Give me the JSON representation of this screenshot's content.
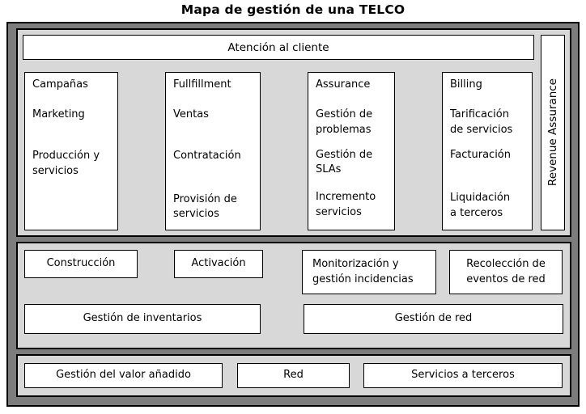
{
  "title": "Mapa de gestión de una TELCO",
  "colors": {
    "frame_background": "#7d7d7d",
    "panel_background": "#d8d8d8",
    "box_background": "#ffffff",
    "border": "#000000",
    "text": "#000000"
  },
  "top_section": {
    "customer_bar": "Atención al cliente",
    "revenue_vertical": "Revenue Assurance",
    "columns": [
      {
        "items": [
          "Campañas",
          "Marketing",
          "Producción y\nservicios"
        ]
      },
      {
        "items": [
          "Fullfillment",
          "Ventas",
          "Contratación",
          "Provisión de\nservicios"
        ]
      },
      {
        "items": [
          "Assurance",
          "Gestión de\nproblemas",
          "Gestión de\nSLAs",
          "Incremento\nservicios"
        ]
      },
      {
        "items": [
          "Billing",
          "Tarificación\nde servicios",
          "Facturación",
          "Liquidación\na terceros"
        ]
      }
    ]
  },
  "middle_section": {
    "row1": [
      "Construcción",
      "Activación",
      "Monitorización y\ngestión incidencias",
      "Recolección de\neventos de red"
    ],
    "row2": [
      "Gestión de inventarios",
      "Gestión de red"
    ]
  },
  "bottom_section": {
    "boxes": [
      "Gestión del valor añadido",
      "Red",
      "Servicios a terceros"
    ]
  }
}
